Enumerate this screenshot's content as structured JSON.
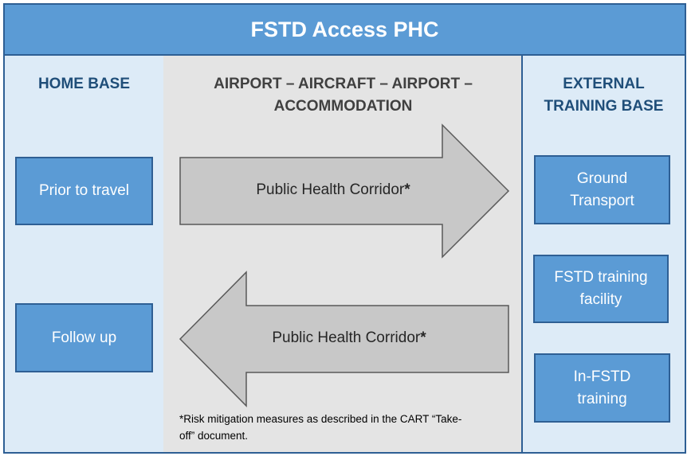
{
  "title": "FSTD Access PHC",
  "columns": {
    "left": {
      "title": "HOME BASE"
    },
    "middle": {
      "title_line1": "AIRPORT – AIRCRAFT – AIRPORT –",
      "title_line2": "ACCOMMODATION"
    },
    "right": {
      "title_line1": "EXTERNAL",
      "title_line2": "TRAINING BASE"
    }
  },
  "left_boxes": [
    "Prior to travel",
    "Follow up"
  ],
  "right_boxes": [
    {
      "line1": "Ground",
      "line2": "Transport"
    },
    {
      "line1": "FSTD training",
      "line2": "facility"
    },
    {
      "line1": "In-FSTD",
      "line2": "training"
    }
  ],
  "arrows": {
    "right": {
      "label": "Public Health Corridor",
      "marker": "*",
      "direction": "right"
    },
    "left": {
      "label": "Public Health Corridor",
      "marker": "*",
      "direction": "left"
    }
  },
  "footnote": {
    "line1": "*Risk mitigation measures as described in the CART “Take-",
    "line2": "off” document."
  },
  "colors": {
    "header": "#5b9bd5",
    "border": "#2e5f94",
    "side_bg": "#ddebf7",
    "mid_bg": "#e4e4e4",
    "arrow": "#c8c8c8",
    "title_blue": "#1f4e79"
  }
}
